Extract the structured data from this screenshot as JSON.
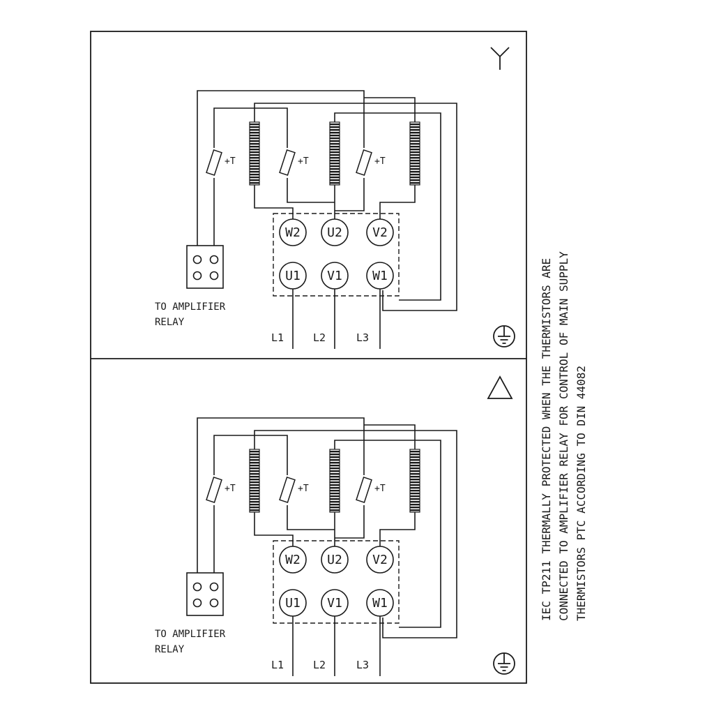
{
  "diagram": {
    "panels": [
      {
        "id": "star",
        "symbol": "star-connection"
      },
      {
        "id": "delta",
        "symbol": "delta-connection"
      }
    ],
    "terminals": {
      "top_row": [
        "W2",
        "U2",
        "V2"
      ],
      "bottom_row": [
        "U1",
        "V1",
        "W1"
      ]
    },
    "supply": [
      "L1",
      "L2",
      "L3"
    ],
    "thermistor": "+T",
    "relay_caption": [
      "TO AMPLIFIER",
      "RELAY"
    ],
    "side_note": [
      "IEC TP211 THERMALLY PROTECTED WHEN THE THERMISTORS ARE",
      "CONNECTED TO AMPLIFIER RELAY FOR CONTROL OF MAIN SUPPLY",
      "THERMISTORS PTC ACCORDING TO DIN 44082"
    ],
    "colors": {
      "line": "#1a1a1a",
      "background": "#ffffff"
    }
  }
}
